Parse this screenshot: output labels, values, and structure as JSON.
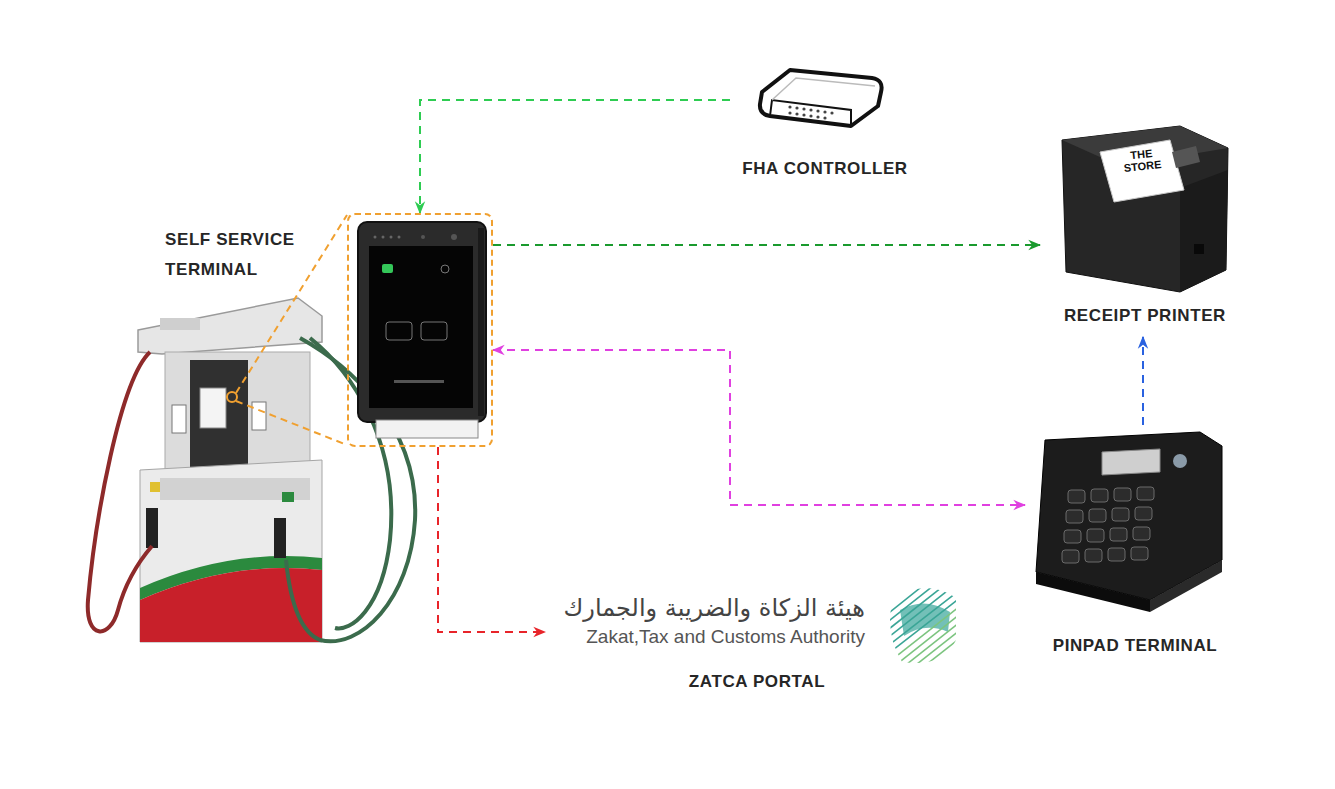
{
  "diagram": {
    "nodes": [
      {
        "text": [
          "FHA CONTROLLER"
        ]
      },
      {
        "text": [
          "SELF SERVICE TERMINAL"
        ]
      },
      {
        "text": [
          "RECEIPT PRINTER"
        ]
      },
      {
        "text": [
          "PINPAD TERMINAL"
        ]
      },
      {
        "text": [
          "هيئة الزكاة والضريبة والجمارك",
          "Zakat,Tax and Customs Authority",
          "ZATCA PORTAL"
        ]
      }
    ],
    "edges": [
      {
        "from": 0,
        "to": 1,
        "arrow": "to"
      },
      {
        "from": 1,
        "to": 2,
        "arrow": "to"
      },
      {
        "from": 1,
        "to": 3,
        "arrow": "both"
      },
      {
        "from": 3,
        "to": 2,
        "arrow": "to"
      },
      {
        "from": 1,
        "to": 4,
        "arrow": "to"
      }
    ],
    "labels": [
      "THE STORE"
    ]
  }
}
